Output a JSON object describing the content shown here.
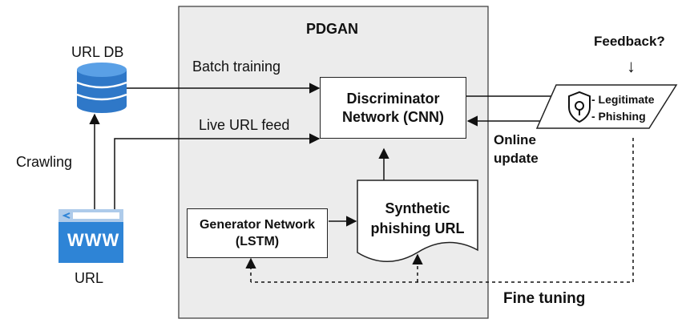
{
  "diagram": {
    "title": "PDGAN",
    "url_db_label": "URL DB",
    "url_label": "URL",
    "crawling_label": "Crawling",
    "batch_training_label": "Batch training",
    "live_feed_label": "Live URL feed",
    "discriminator": {
      "line1": "Discriminator",
      "line2": "Network (CNN)"
    },
    "generator": {
      "line1": "Generator Network",
      "line2": "(LSTM)"
    },
    "synthetic": {
      "line1": "Synthetic",
      "line2": "phishing URL"
    },
    "output": {
      "line1": "- Legitimate",
      "line2": "- Phishing"
    },
    "feedback_label": "Feedback?",
    "feedback_arrow": "↓",
    "online_update": {
      "line1": "Online",
      "line2": "update"
    },
    "fine_tuning_label": "Fine tuning",
    "www_label": "WWW",
    "colors": {
      "db_blue": "#2f78c8",
      "www_blue": "#2e84d6",
      "panel_gray": "#ededed"
    }
  }
}
